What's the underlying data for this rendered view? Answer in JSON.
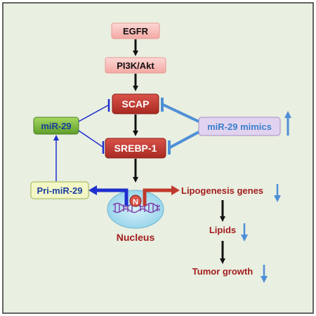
{
  "nodes": {
    "egfr": "EGFR",
    "pi3k": "PI3K/Akt",
    "scap": "SCAP",
    "srebp": "SREBP-1",
    "mir29": "miR-29",
    "mimics": "miR-29 mimics",
    "primir": "Pri-miR-29",
    "n": "N",
    "nucleus": "Nucleus",
    "lipogenesis": "Lipogenesis genes",
    "lipids": "Lipids",
    "tumor": "Tumor growth"
  },
  "colors": {
    "panel_bg": "#e9efe1",
    "pink_box": "#f7b8b4",
    "red_box": "#c0392b",
    "red_text": "#a31d1d",
    "green_box": "#7ab63b",
    "yellow_box": "#f3f7c6",
    "purple_box": "#e1d3ef",
    "blue": "#1f2ecf",
    "light_blue": "#4f8fd6",
    "mimics_text": "#3a7fcb",
    "nucleus": "#a6dcee",
    "dna": "#7b3aa8"
  }
}
